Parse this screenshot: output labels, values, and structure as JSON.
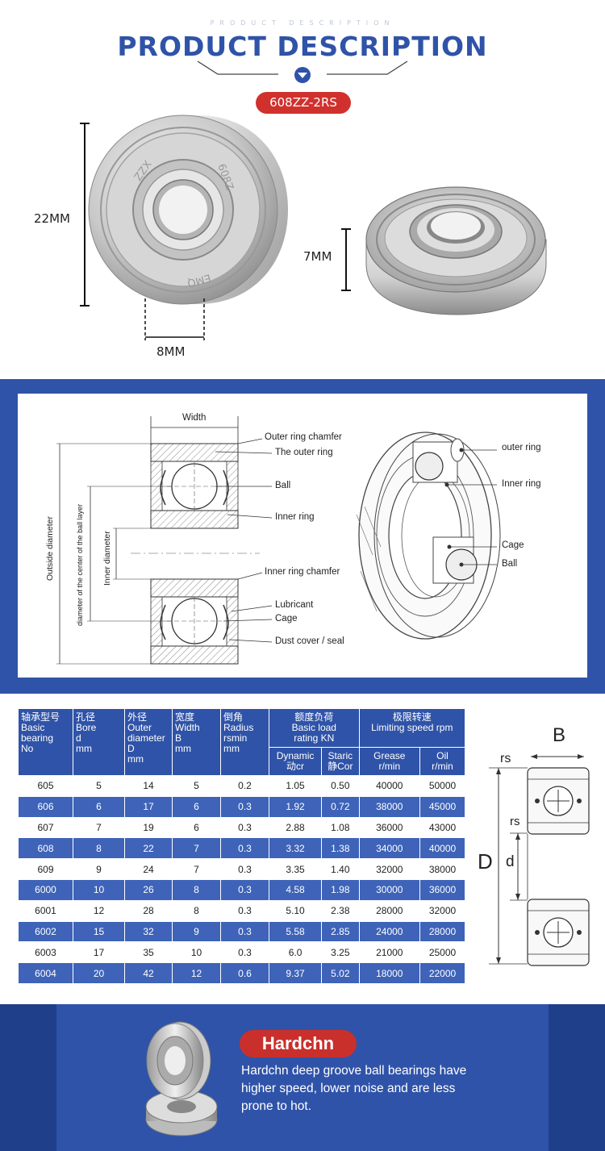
{
  "header": {
    "watermark": "PRODUCT DESCRIPTION",
    "title": "PRODUCT DESCRIPTION",
    "model": "608ZZ-2RS"
  },
  "dimensions": {
    "outer_diameter": "22MM",
    "bore": "8MM",
    "width": "7MM"
  },
  "bearing_markings": {
    "front_top": "ZZX",
    "front_right": "608Z",
    "front_bottom": "EMQ"
  },
  "diagram": {
    "width_label": "Width",
    "outside_diameter": "Outside diameter",
    "ball_layer_diameter": "diameter of the center of the ball layer",
    "inner_diameter": "Inner diameter",
    "left_labels": [
      "Outer ring chamfer",
      "The outer ring",
      "Ball",
      "Inner ring",
      "Inner ring chamfer",
      "Lubricant",
      "Cage",
      "Dust cover / seal"
    ],
    "right_labels": [
      "outer ring",
      "Inner ring",
      "Cage",
      "Ball"
    ]
  },
  "spec_table": {
    "headers": [
      [
        "轴承型号",
        "Basic",
        "bearing",
        "No"
      ],
      [
        "孔径",
        "Bore",
        "d",
        "mm"
      ],
      [
        "外径",
        "Outer",
        "diameter",
        "D",
        "mm"
      ],
      [
        "宽度",
        "Width",
        "B",
        "mm"
      ],
      [
        "倒角",
        "Radius",
        "rsmin",
        "mm"
      ],
      [
        "额度负荷",
        "Basic load",
        "rating KN"
      ],
      [
        "极限转速",
        "Limiting speed rpm"
      ]
    ],
    "subheaders": [
      [
        "Dynamic",
        "动cr"
      ],
      [
        "Staric",
        "静Cor"
      ],
      [
        "Grease",
        "r/min"
      ],
      [
        "Oil",
        "r/min"
      ]
    ],
    "rows": [
      [
        "605",
        "5",
        "14",
        "5",
        "0.2",
        "1.05",
        "0.50",
        "40000",
        "50000"
      ],
      [
        "606",
        "6",
        "17",
        "6",
        "0.3",
        "1.92",
        "0.72",
        "38000",
        "45000"
      ],
      [
        "607",
        "7",
        "19",
        "6",
        "0.3",
        "2.88",
        "1.08",
        "36000",
        "43000"
      ],
      [
        "608",
        "8",
        "22",
        "7",
        "0.3",
        "3.32",
        "1.38",
        "34000",
        "40000"
      ],
      [
        "609",
        "9",
        "24",
        "7",
        "0.3",
        "3.35",
        "1.40",
        "32000",
        "38000"
      ],
      [
        "6000",
        "10",
        "26",
        "8",
        "0.3",
        "4.58",
        "1.98",
        "30000",
        "36000"
      ],
      [
        "6001",
        "12",
        "28",
        "8",
        "0.3",
        "5.10",
        "2.38",
        "28000",
        "32000"
      ],
      [
        "6002",
        "15",
        "32",
        "9",
        "0.3",
        "5.58",
        "2.85",
        "24000",
        "28000"
      ],
      [
        "6003",
        "17",
        "35",
        "10",
        "0.3",
        "6.0",
        "3.25",
        "21000",
        "25000"
      ],
      [
        "6004",
        "20",
        "42",
        "12",
        "0.6",
        "9.37",
        "5.02",
        "18000",
        "22000"
      ]
    ]
  },
  "section_diagram": {
    "B": "B",
    "D": "D",
    "d": "d",
    "rs": "rs"
  },
  "brand": {
    "name": "Hardchn",
    "description": "Hardchn deep groove ball bearings have higher speed, lower noise and are less prone to hot."
  },
  "colors": {
    "brand_blue": "#2f53a8",
    "row_blue": "#3e63b8",
    "badge_red": "#d0312d"
  }
}
